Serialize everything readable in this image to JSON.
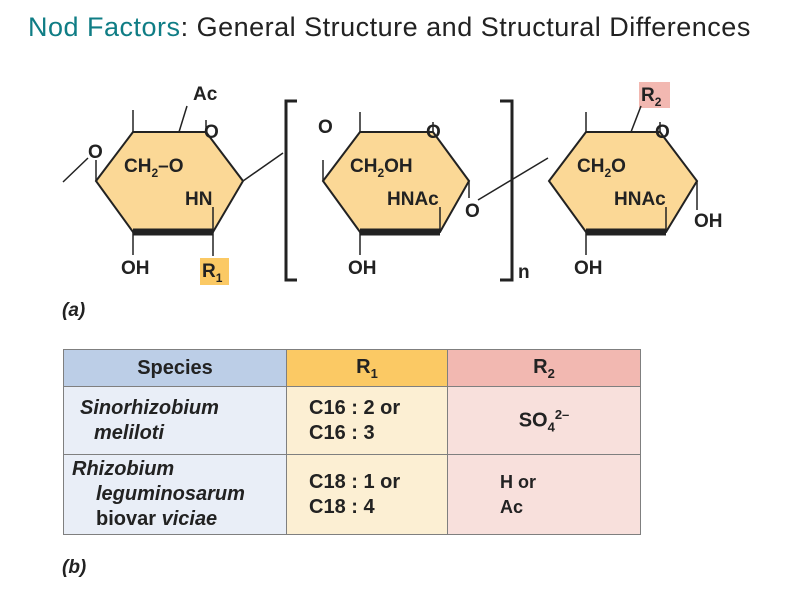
{
  "title": {
    "accent": "Nod Factors",
    "rest": ": General Structure and Structural Differences"
  },
  "structure": {
    "ring1": {
      "top": "Ac",
      "o_ring": "O",
      "o_link": "O",
      "ch2": "CH",
      "ch2_sub": "2",
      "ch2_tail": "–O",
      "hn": "HN",
      "oh": "OH",
      "r": "R",
      "r_sub": "1"
    },
    "ring2": {
      "o_top": "O",
      "o_ring": "O",
      "ch2": "CH",
      "ch2_sub": "2",
      "ch2_tail": "OH",
      "hnac": "HNAc",
      "o_link": "O",
      "oh": "OH",
      "repeat": "n"
    },
    "ring3": {
      "r": "R",
      "r_sub": "2",
      "o_ring": "O",
      "ch2": "CH",
      "ch2_sub": "2",
      "ch2_tail": "O",
      "hnac": "HNAc",
      "oh_right": "OH",
      "oh": "OH"
    },
    "panel_label": "(a)"
  },
  "table": {
    "headers": {
      "species": "Species",
      "r1": "R",
      "r1_sub": "1",
      "r2": "R",
      "r2_sub": "2"
    },
    "rows": [
      {
        "species_line1": "Sinorhizobium",
        "species_line2": "meliloti",
        "r1_line1": "C16 : 2 or",
        "r1_line2": "C16 : 3",
        "r2_main": "SO",
        "r2_sub": "4",
        "r2_sup": "2–"
      },
      {
        "species_line1": "Rhizobium",
        "species_line2": "leguminosarum",
        "species_line3a": "biovar ",
        "species_line3b": "viciae",
        "r1_line1": "C18 : 1 or",
        "r1_line2": "C18 : 4",
        "r2_line1": "H or",
        "r2_line2": "Ac"
      }
    ],
    "panel_label": "(b)"
  },
  "colors": {
    "ring_fill": "#fbd896",
    "highlight_r1": "#fbc964",
    "highlight_r2": "#f2b8b1",
    "title_accent": "#0f7d85"
  }
}
